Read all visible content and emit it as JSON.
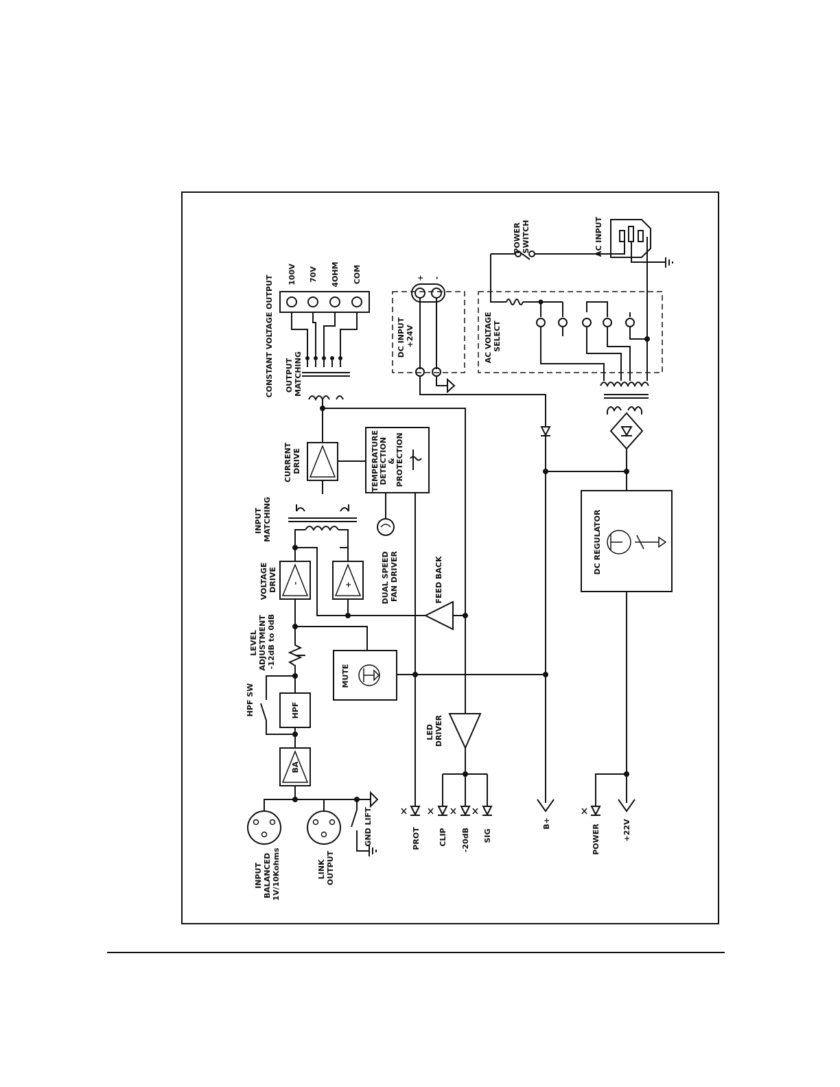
{
  "labels": {
    "input_balanced": [
      "INPUT",
      "BALANCED",
      "1V/10Kohms"
    ],
    "link_output": [
      "LINK",
      "OUTPUT"
    ],
    "gnd_lift": "GND LIFT",
    "ba": "BA",
    "hpf_sw": "HPF SW",
    "hpf": "HPF",
    "level_adjustment": [
      "LEVEL",
      "ADJUSTMENT",
      "-12dB to 0dB"
    ],
    "voltage_drive": [
      "VOLTAGE",
      "DRIVE"
    ],
    "minus": "-",
    "plus": "+",
    "input_matching": [
      "INPUT",
      "MATCHING"
    ],
    "current_drive": [
      "CURRENT",
      "DRIVE"
    ],
    "output_matching": [
      "OUTPUT",
      "MATCHING"
    ],
    "constant_voltage_output": "CONSTANT VOLTAGE OUTPUT",
    "terminals": [
      "100V",
      "70V",
      "4OHM",
      "COM"
    ],
    "mute": "MUTE",
    "dual_speed_fan_driver": [
      "DUAL SPEED",
      "FAN DRIVER"
    ],
    "temperature": [
      "TEMPERATURE",
      "DETECTION",
      "&",
      "PROTECTION"
    ],
    "feed_back": "FEED BACK",
    "led_driver": [
      "LED",
      "DRIVER"
    ],
    "leds": [
      "PROT",
      "CLIP",
      "-20dB",
      "SIG"
    ],
    "dc_input": [
      "DC INPUT",
      "+24V"
    ],
    "dc_plus": "+",
    "dc_minus": "-",
    "ac_voltage_select": [
      "AC VOLTAGE",
      "SELECT"
    ],
    "power_switch": [
      "POWER",
      "SWITCH"
    ],
    "ac_input": "AC INPUT",
    "dc_regulator": "DC REGULATOR",
    "b_plus": "B+",
    "power_led": "POWER",
    "plus_22v": "+22V"
  }
}
